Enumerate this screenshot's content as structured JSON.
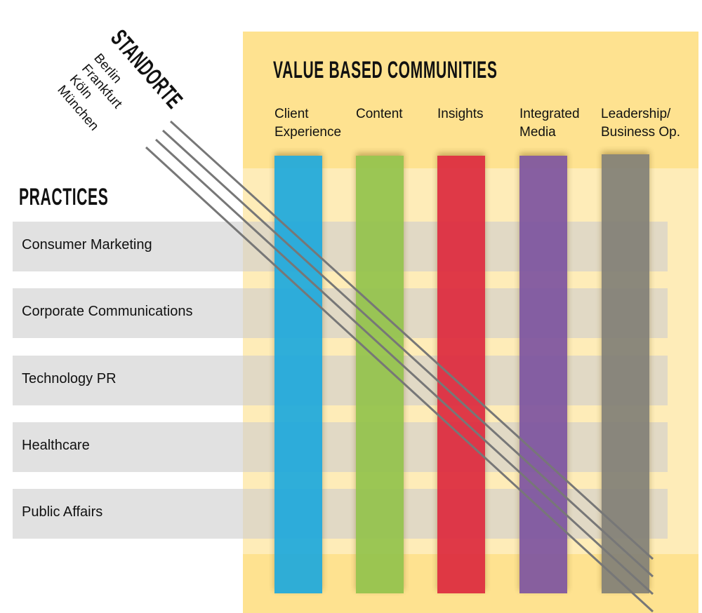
{
  "standorte": {
    "title": "STANDORTE",
    "cities": [
      "Berlin",
      "Frankfurt",
      "Köln",
      "München"
    ]
  },
  "communities": {
    "title": "VALUE BASED COMMUNITIES",
    "columns": [
      {
        "line1": "Client",
        "line2": "Experience",
        "color": "#1ea9dc"
      },
      {
        "line1": "Content",
        "line2": "",
        "color": "#93c34c"
      },
      {
        "line1": "Insights",
        "line2": "",
        "color": "#dd2a3e"
      },
      {
        "line1": "Integrated",
        "line2": "Media",
        "color": "#7d54a0"
      },
      {
        "line1": "Leadership/",
        "line2": "Business Op.",
        "color": "#828076"
      }
    ]
  },
  "practices": {
    "title": "PRACTICES",
    "rows": [
      "Consumer Marketing",
      "Corporate Communications",
      "Technology PR",
      "Healthcare",
      "Public Affairs"
    ]
  }
}
